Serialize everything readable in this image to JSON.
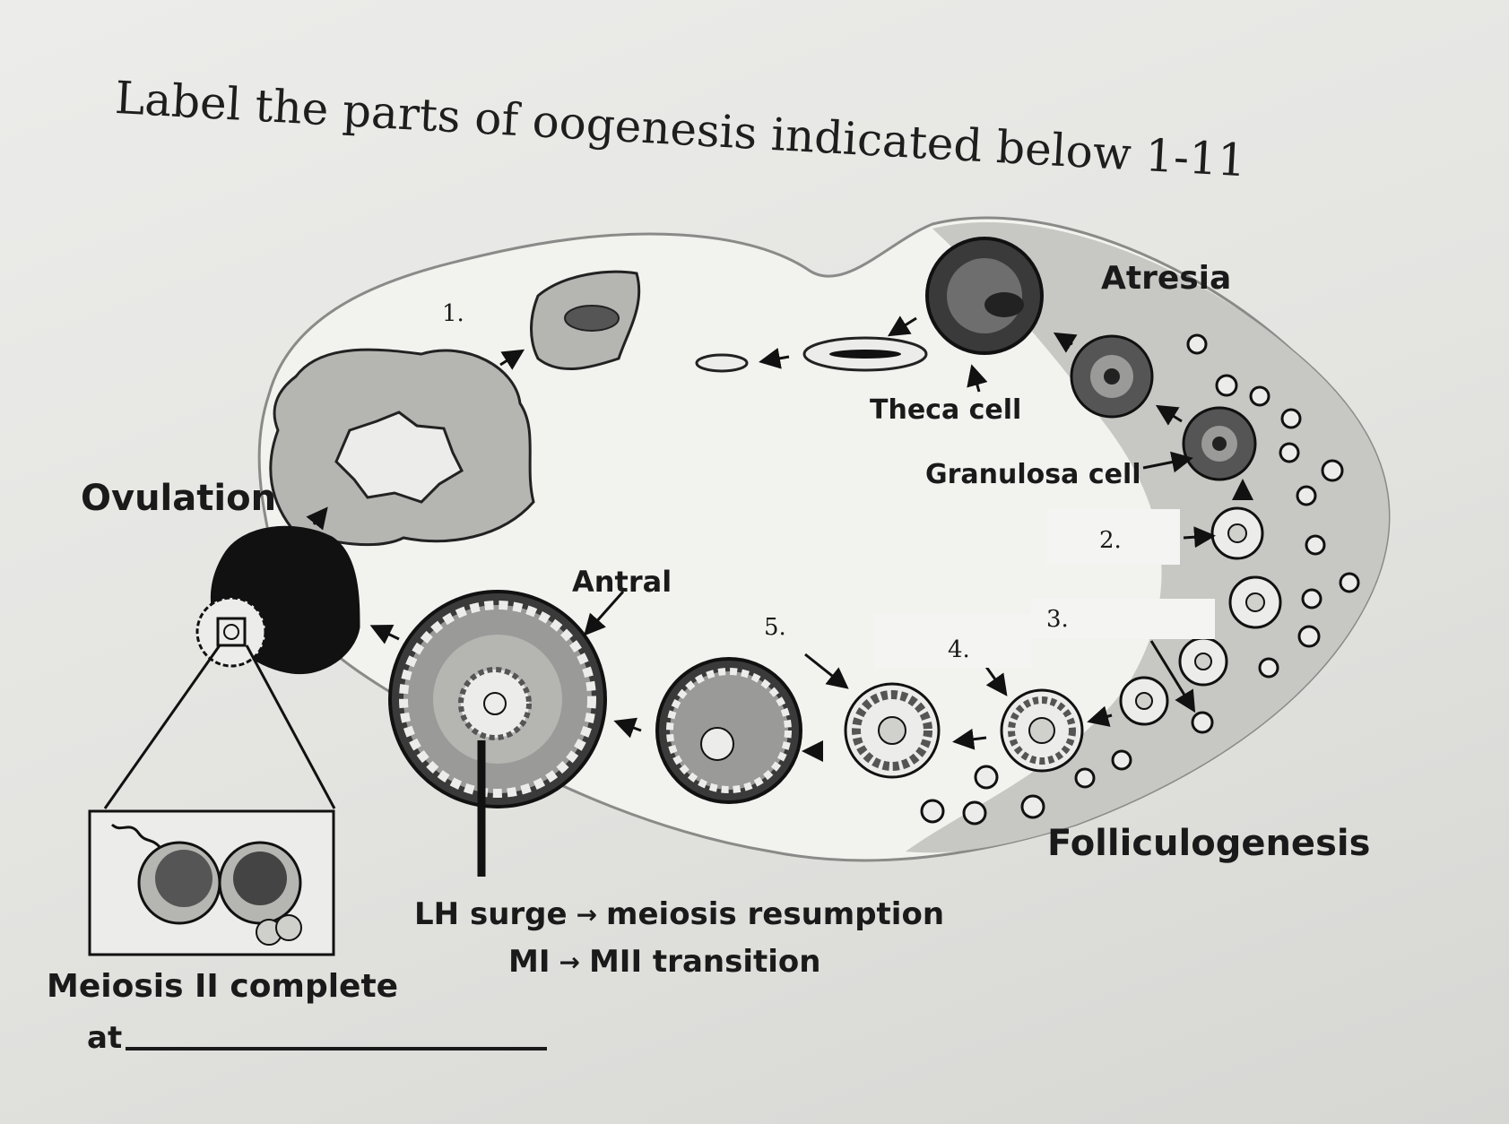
{
  "title": "Label the parts of oogenesis indicated below 1-11",
  "labels": {
    "ovulation": "Ovulation",
    "atresia": "Atresia",
    "theca_cell": "Theca cell",
    "granulosa_cell": "Granulosa cell",
    "antral": "Antral",
    "folliculogenesis": "Folliculogenesis",
    "lh_surge": "LH surge",
    "meiosis_resumption": "meiosis resumption",
    "mi": "MI",
    "mii_transition": "MII transition",
    "meiosis_complete": "Meiosis II complete",
    "at": "at"
  },
  "markers": [
    "1.",
    "2.",
    "3.",
    "4.",
    "5."
  ],
  "arrow_glyph": "→"
}
